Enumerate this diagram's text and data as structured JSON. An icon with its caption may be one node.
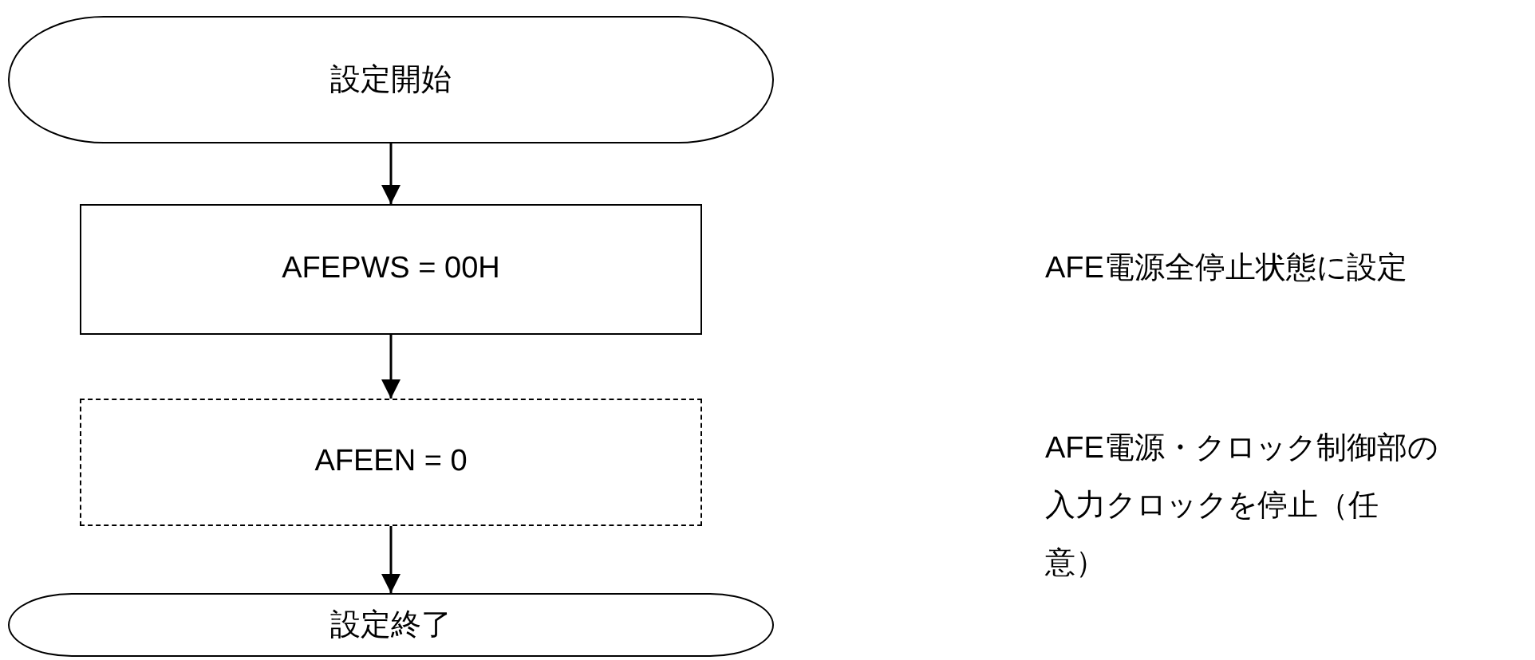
{
  "diagram": {
    "nodes": [
      {
        "text": [
          "設定開始"
        ]
      },
      {
        "text": [
          "AFEPWS = 00H"
        ]
      },
      {
        "text": [
          "AFEEN = 0"
        ]
      },
      {
        "text": [
          "設定終了"
        ]
      }
    ],
    "labels": [
      "AFE電源全停止状態に設定",
      "AFE電源・クロック制御部の入力クロックを停止（任意）"
    ],
    "edges": [
      {
        "from": 0,
        "to": 1,
        "arrow": "to"
      },
      {
        "from": 1,
        "to": 2,
        "arrow": "to"
      },
      {
        "from": 2,
        "to": 3,
        "arrow": "to"
      }
    ]
  }
}
